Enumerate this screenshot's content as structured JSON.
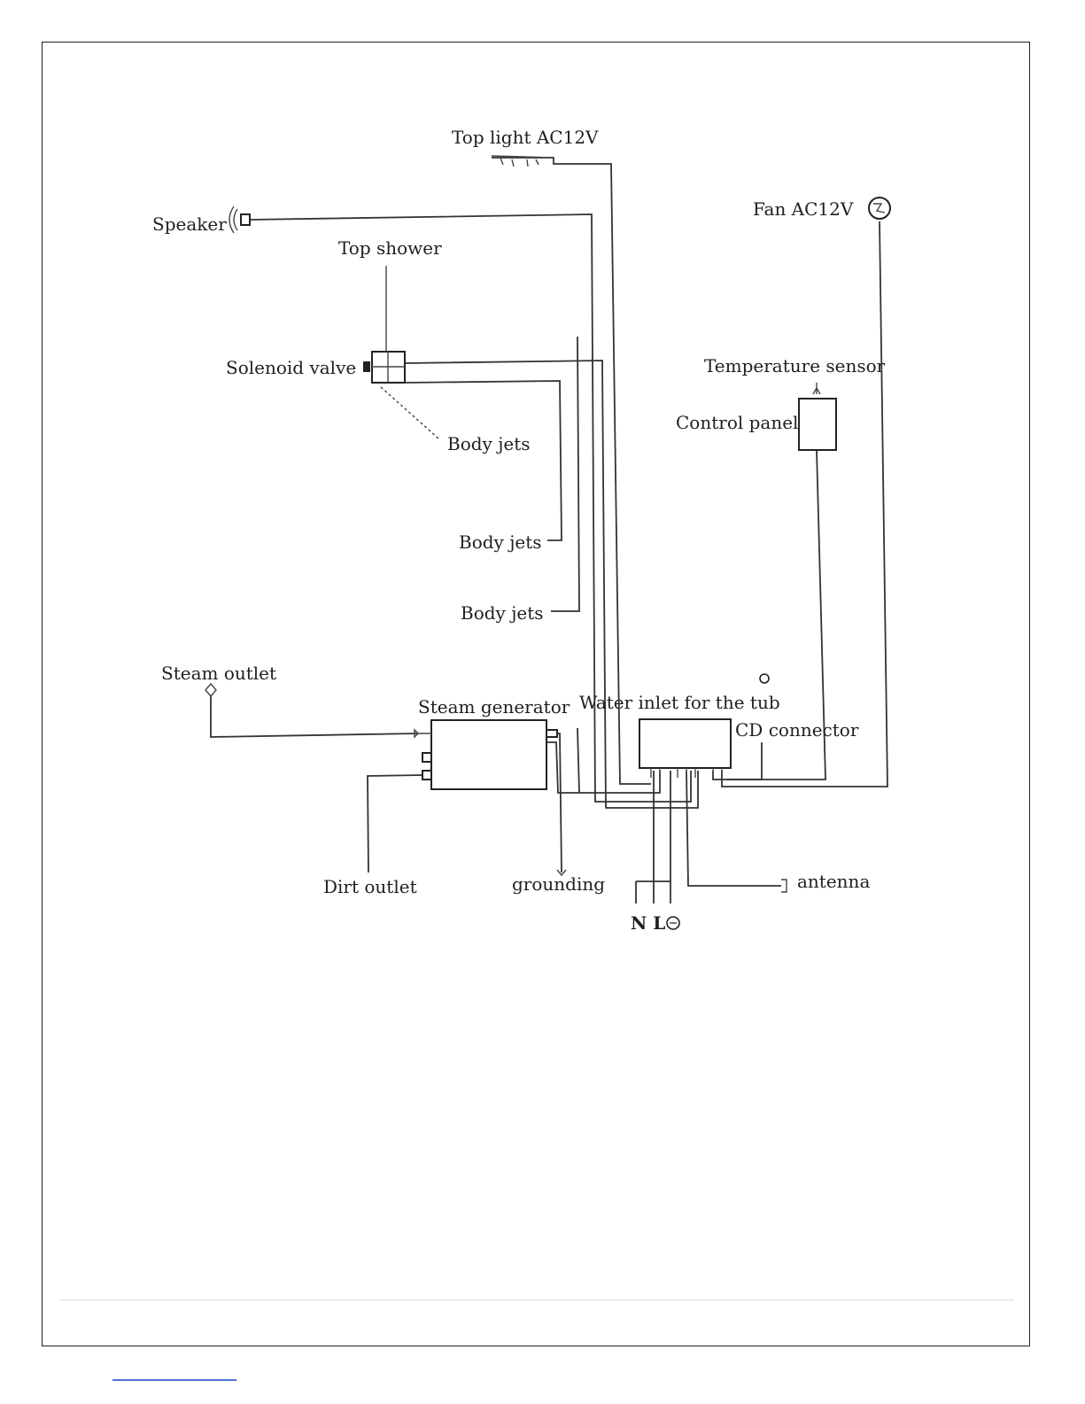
{
  "diagram": {
    "labels": {
      "top_light": "Top light AC12V",
      "speaker": "Speaker",
      "fan": "Fan AC12V",
      "top_shower": "Top shower",
      "solenoid_valve": "Solenoid valve",
      "body_jets_1": "Body jets",
      "body_jets_2": "Body jets",
      "body_jets_3": "Body jets",
      "temperature_sensor": "Temperature sensor",
      "control_panel": "Control panel",
      "steam_outlet": "Steam outlet",
      "steam_generator": "Steam generator",
      "water_inlet": "Water inlet for the tub",
      "cd_connector": "CD connector",
      "dirt_outlet": "Dirt outlet",
      "grounding": "grounding",
      "antenna": "antenna",
      "power_terminals": "N L"
    }
  }
}
